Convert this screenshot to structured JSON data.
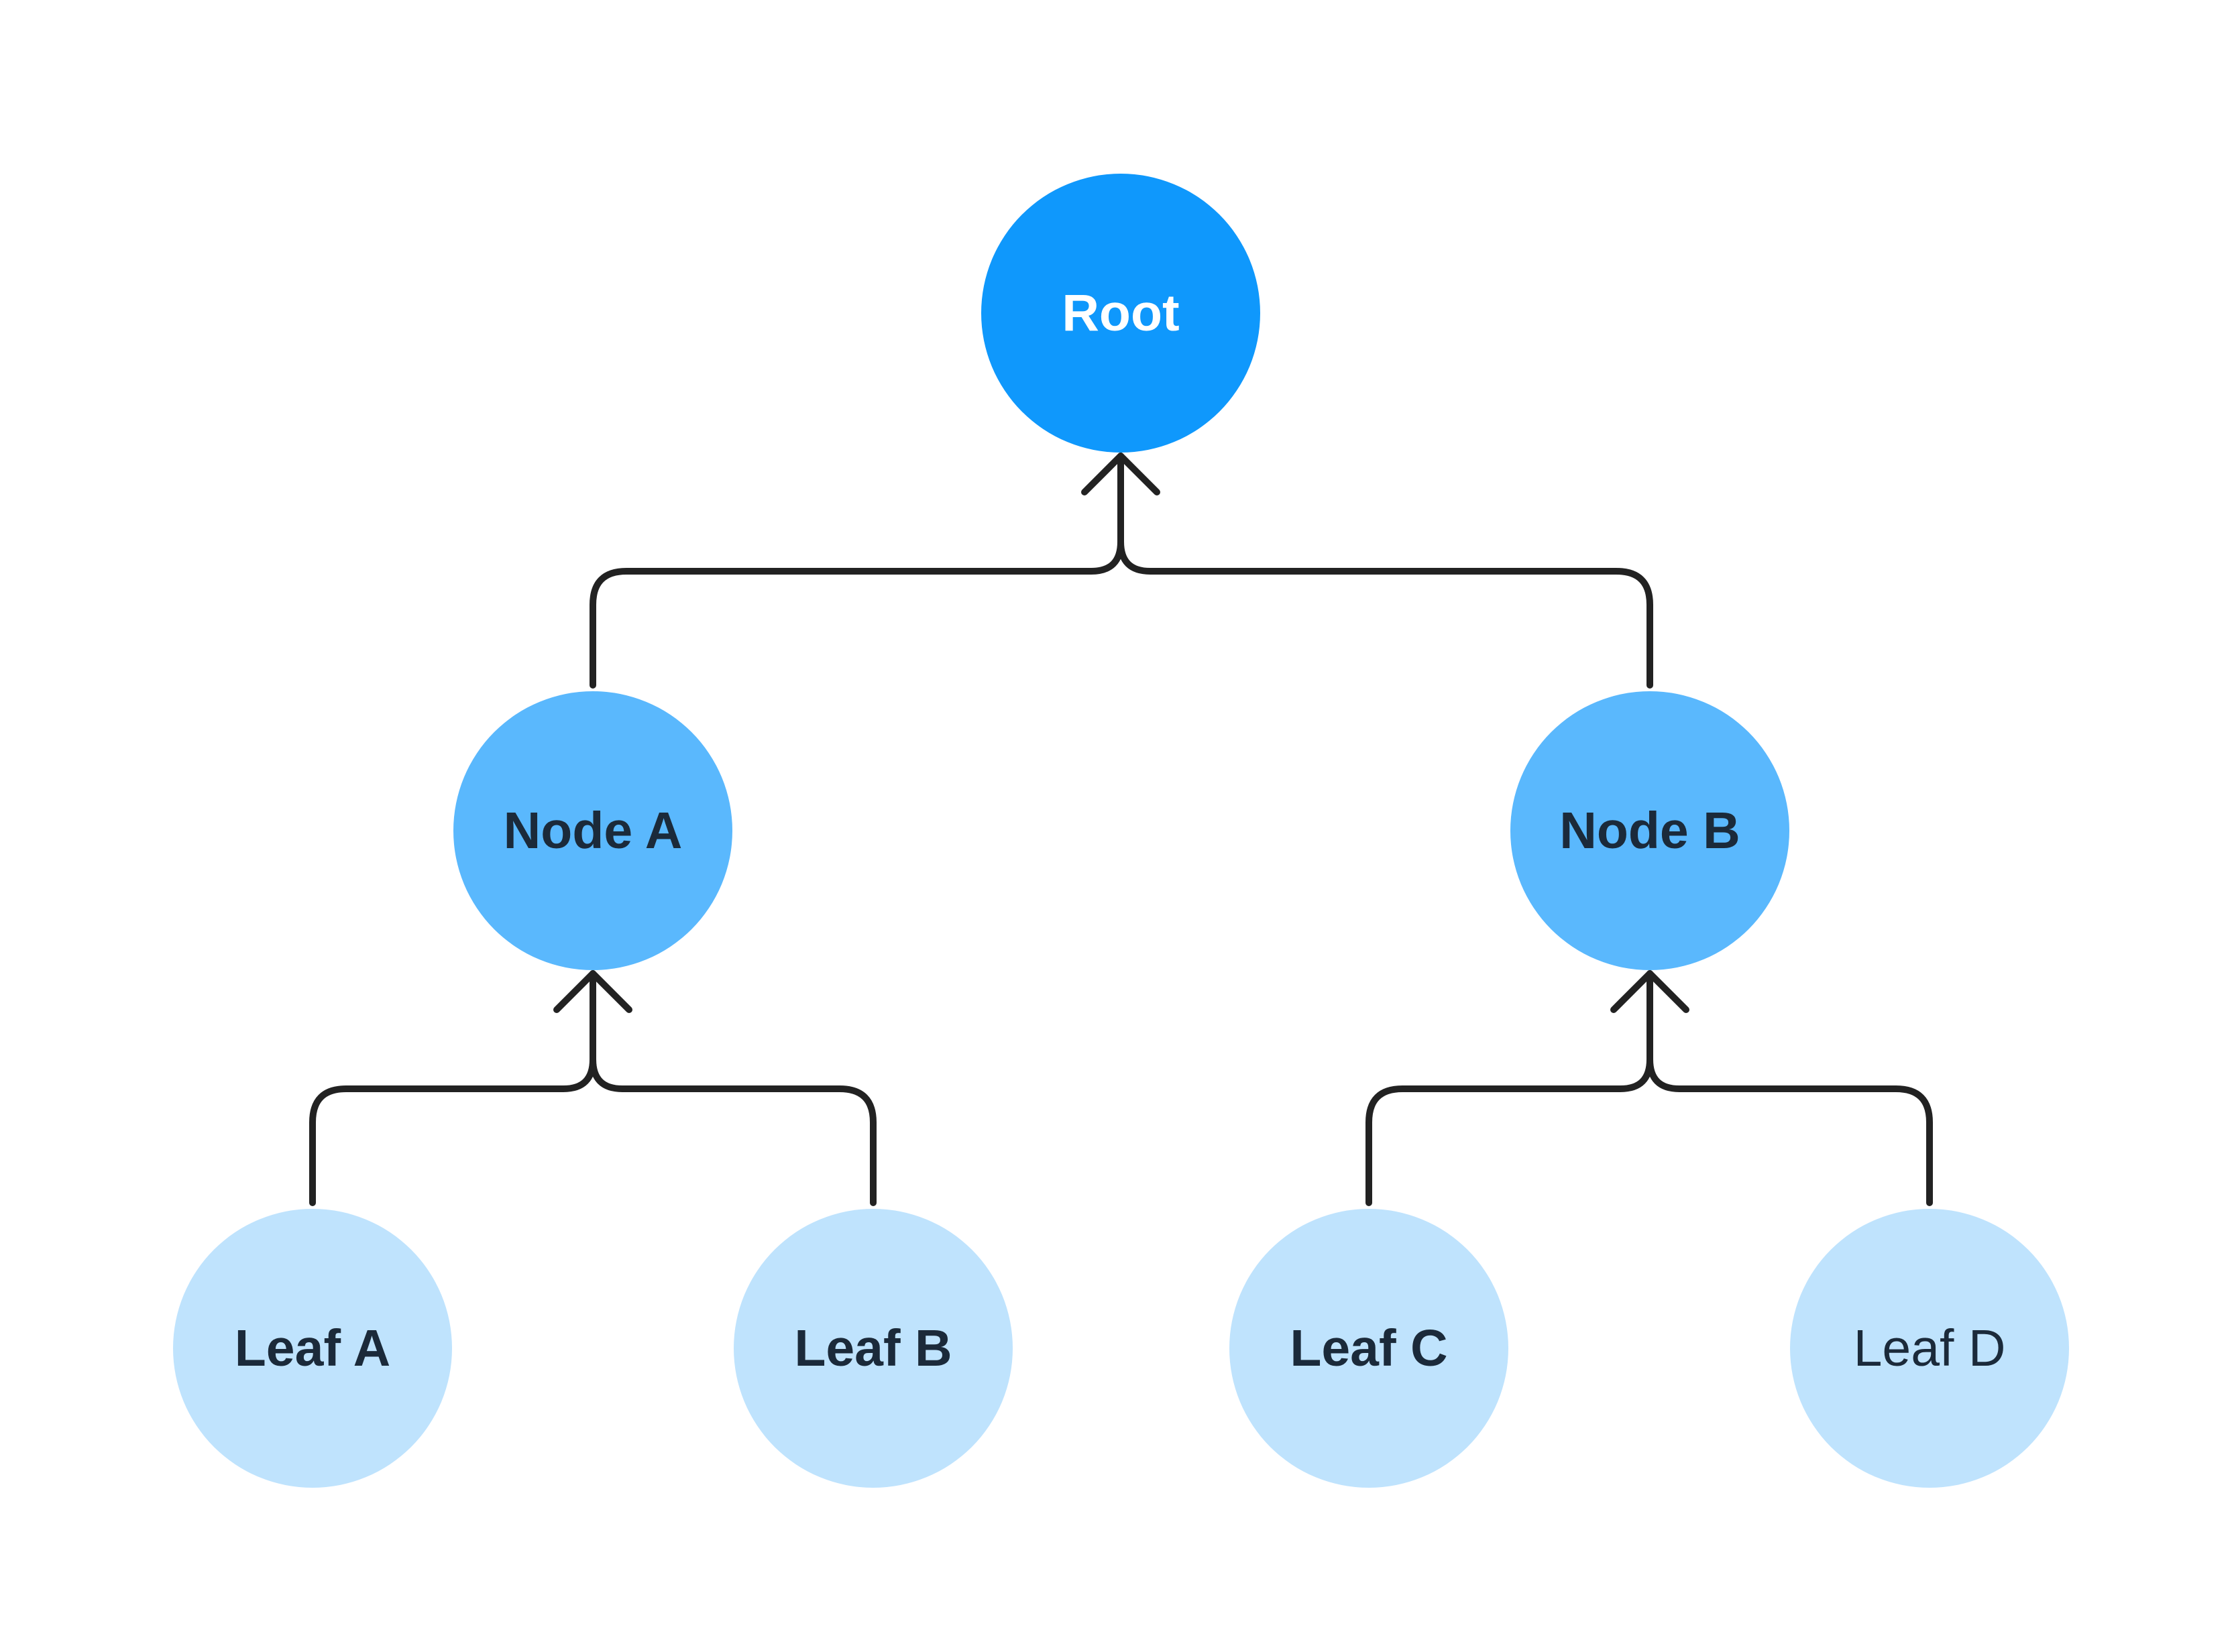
{
  "diagram": {
    "type": "tree",
    "direction": "children-point-to-parent",
    "colors": {
      "root_fill": "#0F98FC",
      "mid_fill": "#5AB8FD",
      "leaf_fill": "#BFE3FD",
      "root_text": "#FFFFFF",
      "node_text": "#1B2A3A",
      "connector": "#222222",
      "background": "#FFFFFF"
    },
    "nodes": {
      "root": {
        "label": "Root",
        "level": "root"
      },
      "node_a": {
        "label": "Node A",
        "level": "mid",
        "parent": "root"
      },
      "node_b": {
        "label": "Node B",
        "level": "mid",
        "parent": "root"
      },
      "leaf_a": {
        "label": "Leaf A",
        "level": "leaf",
        "parent": "node_a"
      },
      "leaf_b": {
        "label": "Leaf B",
        "level": "leaf",
        "parent": "node_a"
      },
      "leaf_c": {
        "label": "Leaf C",
        "level": "leaf",
        "parent": "node_b"
      },
      "leaf_d": {
        "label": "Leaf D",
        "level": "leaf",
        "parent": "node_b"
      }
    }
  }
}
